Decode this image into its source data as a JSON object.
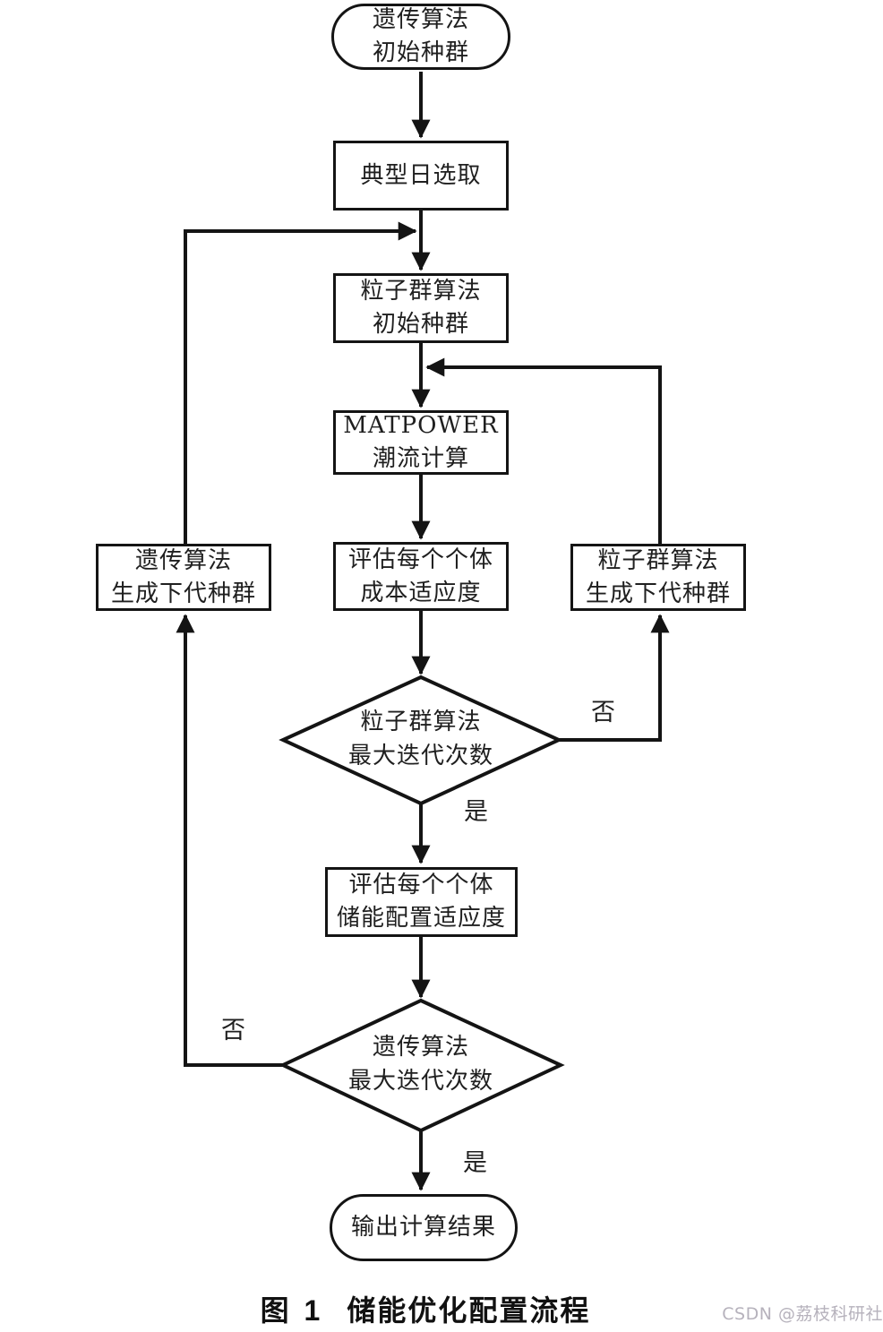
{
  "diagram": {
    "type": "flowchart",
    "nodes": {
      "start": {
        "shape": "stadium",
        "line1": "遗传算法",
        "line2": "初始种群"
      },
      "typical_day": {
        "shape": "rect",
        "line1": "典型日选取"
      },
      "pso_init": {
        "shape": "rect",
        "line1": "粒子群算法",
        "line2": "初始种群"
      },
      "matpower": {
        "shape": "rect",
        "line1": "MATPOWER",
        "line2": "潮流计算"
      },
      "eval_cost": {
        "shape": "rect",
        "line1": "评估每个个体",
        "line2": "成本适应度"
      },
      "ga_next": {
        "shape": "rect",
        "line1": "遗传算法",
        "line2": "生成下代种群"
      },
      "pso_next": {
        "shape": "rect",
        "line1": "粒子群算法",
        "line2": "生成下代种群"
      },
      "pso_max_iter": {
        "shape": "diamond",
        "line1": "粒子群算法",
        "line2": "最大迭代次数"
      },
      "eval_storage": {
        "shape": "rect",
        "line1": "评估每个个体",
        "line2": "储能配置适应度"
      },
      "ga_max_iter": {
        "shape": "diamond",
        "line1": "遗传算法",
        "line2": "最大迭代次数"
      },
      "output": {
        "shape": "stadium",
        "line1": "输出计算结果"
      }
    },
    "branch_labels": {
      "pso_no": "否",
      "pso_yes": "是",
      "ga_no": "否",
      "ga_yes": "是"
    }
  },
  "caption": {
    "figure": "图 1",
    "title": "储能优化配置流程"
  },
  "watermark": {
    "text": "CSDN @荔枝科研社"
  },
  "colors": {
    "line": "#141414",
    "text": "#1f1f1f",
    "background": "#ffffff",
    "watermark": "#b6b2bc"
  }
}
